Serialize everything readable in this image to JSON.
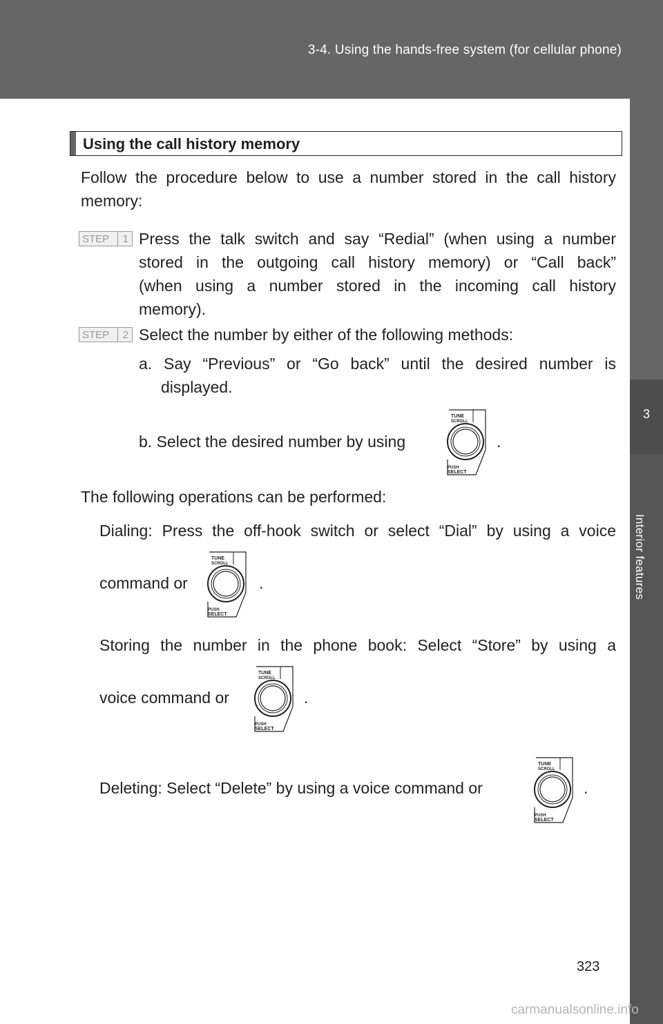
{
  "header": {
    "title": "3-4. Using the hands-free system (for cellular phone)"
  },
  "side_tab": {
    "chapter": "3",
    "label": "Interior features"
  },
  "section": {
    "title": "Using the call history memory"
  },
  "intro": {
    "line1": "Follow the procedure below to use a number stored in the call history",
    "line2": "memory:"
  },
  "steps": [
    {
      "badge_word": "STEP",
      "badge_num": "1",
      "lines": [
        "Press the talk switch and say “Redial” (when using a number",
        "stored in the outgoing call history memory) or “Call back”",
        "(when using a number stored in the incoming call history",
        "memory)."
      ]
    },
    {
      "badge_word": "STEP",
      "badge_num": "2",
      "lines": [
        "Select the number by either of the following methods:"
      ]
    }
  ],
  "methods": {
    "a_line1": "a. Say “Previous” or “Go back” until the desired number is",
    "a_line2": "displayed.",
    "b_text": "b. Select the desired number by using",
    "b_end": "."
  },
  "operations": {
    "intro": "The following operations can be performed:",
    "dialing_line1": "Dialing: Press the off-hook switch or select “Dial” by using a voice",
    "dialing_line2": "command or",
    "dialing_end": ".",
    "storing_line1": "Storing the number in the phone book: Select “Store” by using a",
    "storing_line2": "voice command or",
    "storing_end": ".",
    "deleting": "Deleting: Select “Delete” by using a voice command or",
    "deleting_end": "."
  },
  "knob": {
    "top_label1": "TUNE",
    "top_label2": "SCROLL",
    "bottom_label1": "PUSH",
    "bottom_label2": "SELECT",
    "icon": "tune-scroll-knob-icon"
  },
  "page_number": "323",
  "watermark": "carmanualsonline.info"
}
